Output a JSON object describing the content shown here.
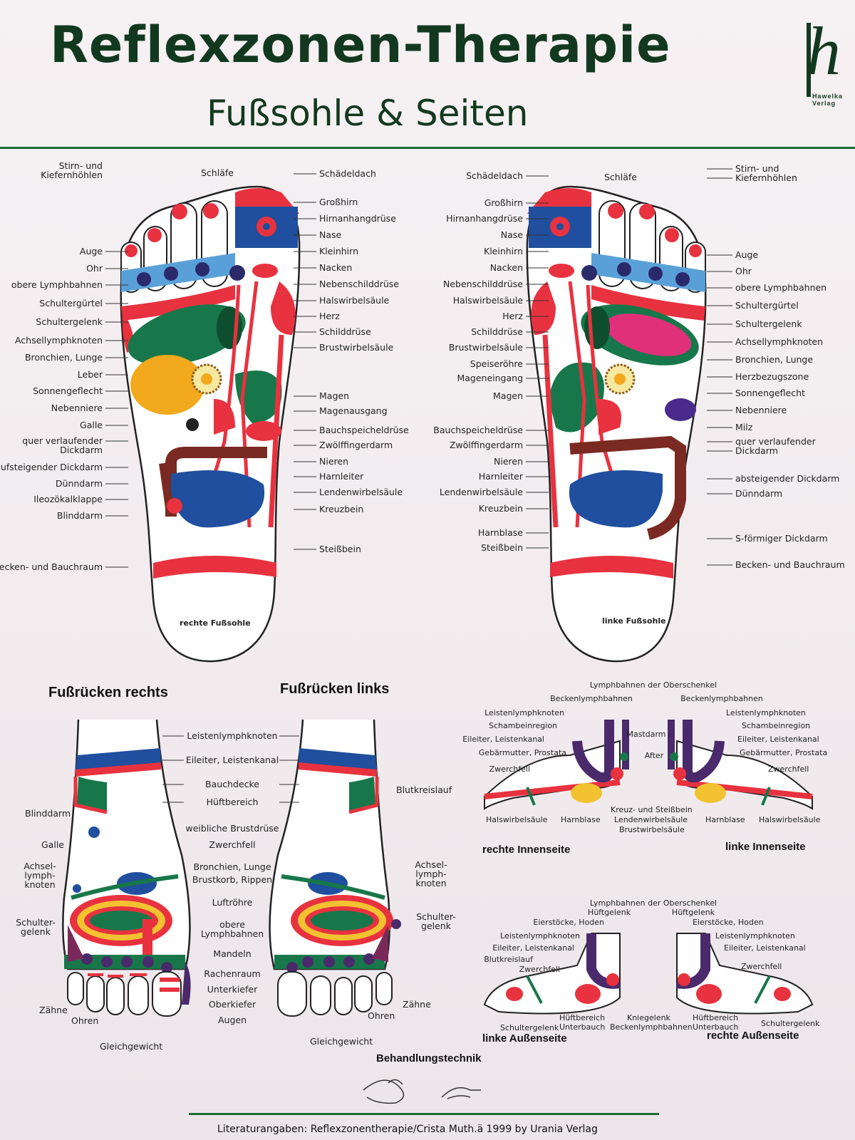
{
  "header": {
    "title": "Reflexzonen-Therapie",
    "subtitle": "Fußsohle & Seiten",
    "logo_letter": "h",
    "logo_publisher_line1": "Hawelka",
    "logo_publisher_line2": "Verlag"
  },
  "soles": {
    "right": {
      "caption": "rechte Fußsohle",
      "left_labels": [
        "Stirn- und",
        "Kiefernhöhlen",
        "Auge",
        "Ohr",
        "obere Lymphbahnen",
        "Schultergürtel",
        "Schultergelenk",
        "Achsellymphknoten",
        "Bronchien, Lunge",
        "Leber",
        "Sonnengeflecht",
        "Nebenniere",
        "Galle",
        "quer verlaufender",
        "Dickdarm",
        "aufsteigender Dickdarm",
        "Dünndarm",
        "Ileozökalklappe",
        "Blinddarm",
        "Becken- und Bauchraum"
      ],
      "top_label": "Schläfe",
      "right_labels": [
        "Schädeldach",
        "Großhirn",
        "Hirnanhangdrüse",
        "Nase",
        "Kleinhirn",
        "Nacken",
        "Nebenschilddrüse",
        "Halswirbelsäule",
        "Herz",
        "Schilddrüse",
        "Brustwirbelsäule",
        "Magen",
        "Magenausgang",
        "Bauchspeicheldrüse",
        "Zwölffingerdarm",
        "Nieren",
        "Harnleiter",
        "Lendenwirbelsäule",
        "Kreuzbein",
        "Steißbein"
      ]
    },
    "left": {
      "caption": "linke Fußsohle",
      "left_labels": [
        "Schädeldach",
        "Großhirn",
        "Hirnanhangdrüse",
        "Nase",
        "Kleinhirn",
        "Nacken",
        "Nebenschilddrüse",
        "Halswirbelsäule",
        "Herz",
        "Schilddrüse",
        "Brustwirbelsäule",
        "Speiseröhre",
        "Mageneingang",
        "Magen",
        "Bauchspeicheldrüse",
        "Zwölffingerdarm",
        "Nieren",
        "Harnleiter",
        "Lendenwirbelsäule",
        "Kreuzbein",
        "Harnblase",
        "Steißbein"
      ],
      "top_label": "Schläfe",
      "right_labels": [
        "Stirn- und",
        "Kiefernhöhlen",
        "Auge",
        "Ohr",
        "obere Lymphbahnen",
        "Schultergürtel",
        "Schultergelenk",
        "Achsellymphknoten",
        "Bronchien, Lunge",
        "Herzbezugszone",
        "Sonnengeflecht",
        "Nebenniere",
        "Milz",
        "quer verlaufender",
        "Dickdarm",
        "absteigender Dickdarm",
        "Dünndarm",
        "S-förmiger Dickdarm",
        "Becken- und Bauchraum"
      ]
    }
  },
  "dorsum": {
    "right_title": "Fußrücken rechts",
    "left_title": "Fußrücken links",
    "center_labels": [
      "Leistenlymphknoten",
      "Eileiter, Leistenkanal",
      "Bauchdecke",
      "Hüftbereich",
      "weibliche Brustdrüse",
      "Zwerchfell",
      "Bronchien, Lunge",
      "Brustkorb, Rippen",
      "Luftröhre",
      "obere",
      "Lymphbahnen",
      "Mandeln",
      "Rachenraum",
      "Unterkiefer",
      "Oberkiefer",
      "Augen"
    ],
    "right_side_labels": [
      "Blinddarm",
      "Galle",
      "Achsel-",
      "lymph-",
      "knoten",
      "Schulter-",
      "gelenk",
      "Zähne",
      "Ohren",
      "Gleichgewicht"
    ],
    "left_side_labels": [
      "Blutkreislauf",
      "Achsel-",
      "lymph-",
      "knoten",
      "Schulter-",
      "gelenk",
      "Zähne",
      "Ohren",
      "Gleichgewicht"
    ]
  },
  "inner": {
    "right_caption": "rechte Innenseite",
    "left_caption": "linke Innenseite",
    "labels": [
      "Lymphbahnen der Oberschenkel",
      "Beckenlymphbahnen",
      "Beckenlymphbahnen",
      "Leistenlymphknoten",
      "Schambeinregion",
      "Eileiter, Leistenkanal",
      "Gebärmutter, Prostata",
      "Zwerchfell",
      "Mastdarm",
      "After",
      "Leistenlymphknoten",
      "Schambeinregion",
      "Eileiter, Leistenkanal",
      "Gebärmutter, Prostata",
      "Zwerchfell",
      "Halswirbelsäule",
      "Harnblase",
      "Kreuz- und Steißbein",
      "Lendenwirbelsäule",
      "Brustwirbelsäule",
      "Harnblase",
      "Halswirbelsäule"
    ]
  },
  "outer": {
    "left_caption": "linke Außenseite",
    "right_caption": "rechte Außenseite",
    "labels": [
      "Lymphbahnen der Oberschenkel",
      "Hüftgelenk",
      "Hüftgelenk",
      "Eierstöcke, Hoden",
      "Eierstöcke, Hoden",
      "Leistenlymphknoten",
      "Leistenlymphknoten",
      "Eileiter, Leistenkanal",
      "Eileiter, Leistenkanal",
      "Blutkreislauf",
      "Zwerchfell",
      "Zwerchfell",
      "Schultergelenk",
      "Hüftbereich",
      "Unterbauch",
      "Kniegelenk",
      "Beckenlymphbahnen",
      "Hüftbereich",
      "Unterbauch",
      "Schultergelenk"
    ]
  },
  "technique_label": "Behandlungstechnik",
  "footer": "Literaturangaben: Reflexzonentherapie/Crista Muth.ä 1999 by Urania Verlag",
  "colors": {
    "title_green": "#12391f",
    "rule_green": "#1f6b35",
    "red": "#e8323f",
    "blue": "#1f4f9e",
    "green": "#17774a",
    "brown": "#7a2a22"
  }
}
